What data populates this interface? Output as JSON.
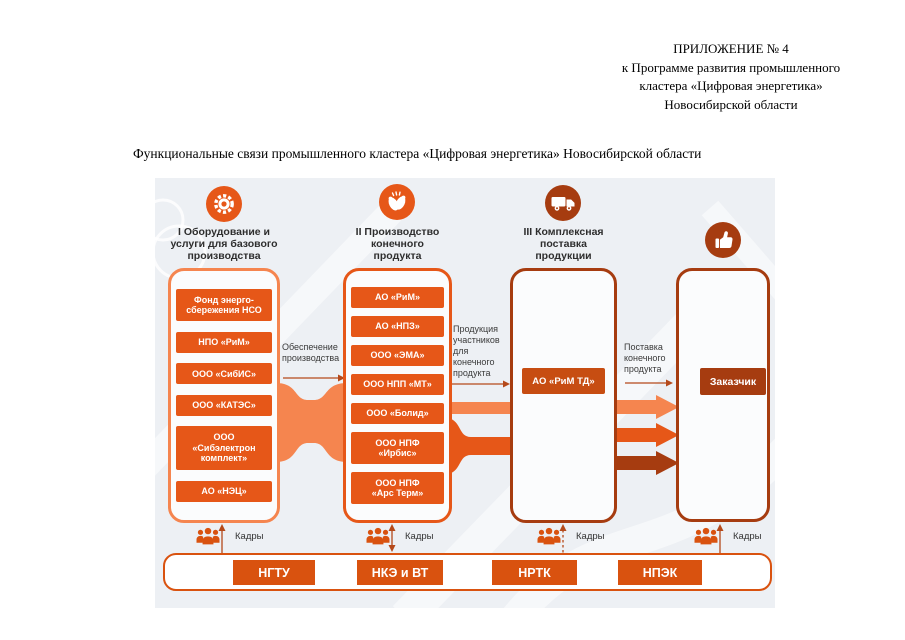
{
  "page": {
    "appendix_lines": [
      "ПРИЛОЖЕНИЕ № 4",
      "к Программе развития промышленного",
      "кластера «Цифровая энергетика»",
      "Новосибирской области"
    ],
    "title": "Функциональные связи промышленного кластера «Цифровая энергетика» Новосибирской области"
  },
  "palette": {
    "orange-light": "#F5854F",
    "orange": "#E65718",
    "orange-deep": "#D9520F",
    "brick": "#C74D12",
    "brown": "#A63C10",
    "panel-bg": "#EDF0F4",
    "arrow": "#B5491A",
    "title-text": "#2E2E2E",
    "label-text": "#3A3A3A"
  },
  "diagram": {
    "columns": [
      {
        "icon": "gear-icon",
        "title": "I Оборудование и\nуслуги для базового\nпроизводства",
        "items": [
          "Фонд энерго-\nсбережения НСО",
          "НПО «РиМ»",
          "ООО «СибИС»",
          "ООО «КАТЭС»",
          "ООО\n«Сибэлектрон\nкомплект»",
          "АО «НЭЦ»"
        ]
      },
      {
        "icon": "hands-icon",
        "title": "II Производство\nконечного\nпродукта",
        "items": [
          "АО «РиМ»",
          "АО «НПЗ»",
          "ООО «ЭМА»",
          "ООО НПП «МТ»",
          "ООО «Болид»",
          "ООО НПФ\n«Ирбис»",
          "ООО НПФ\n«Арс Терм»"
        ]
      },
      {
        "icon": "truck-icon",
        "title": "III Комплексная\nпоставка\nпродукции",
        "items": [
          "АО «РиМ ТД»"
        ]
      },
      {
        "icon": "thumbs-up-icon",
        "title": "",
        "items": [
          "Заказчик"
        ]
      }
    ],
    "connectors": [
      {
        "label": "Обеспечение\nпроизводства"
      },
      {
        "label": "Продукция\nучастников\nдля\nконечного\nпродукта"
      },
      {
        "label": "Поставка\nконечного\nпродукта"
      }
    ],
    "kadry_label": "Кадры",
    "bottom_items": [
      "НГТУ",
      "НКЭ и ВТ",
      "НРТК",
      "НПЭК"
    ]
  }
}
